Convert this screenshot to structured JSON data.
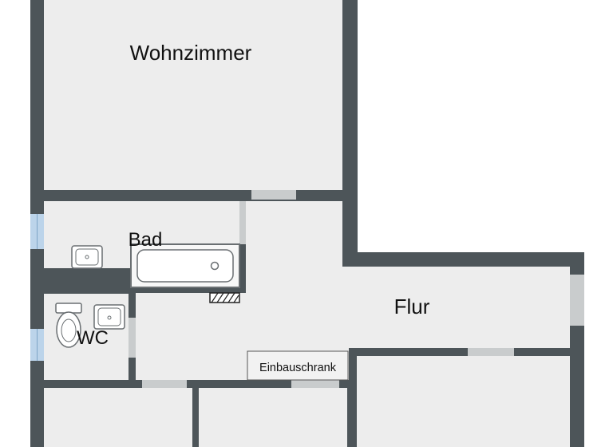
{
  "colors": {
    "wall": "#4d5559",
    "floor": "#ededed",
    "door": "#c9cccd",
    "window": "#bcd4ea",
    "fixture_stroke": "#6a6f72"
  },
  "rooms": {
    "living": "Wohnzimmer",
    "bath": "Bad",
    "wc": "WC",
    "hall": "Flur",
    "closet": "Einbauschrank"
  }
}
